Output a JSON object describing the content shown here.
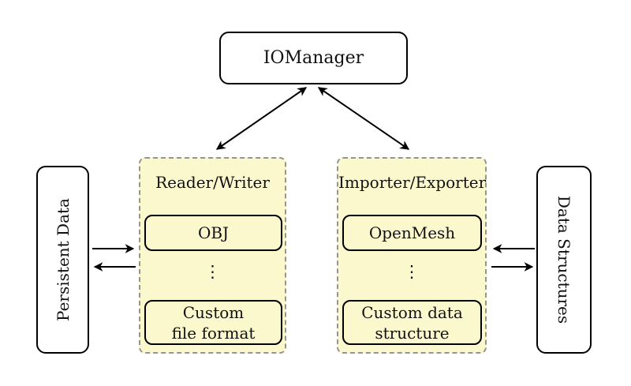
{
  "colors": {
    "background": "#ffffff",
    "panel_fill": "#fcf8ce",
    "panel_border": "#949494",
    "node_fill": "#ffffff",
    "node_border": "#000000",
    "arrow": "#000000",
    "text": "#111111"
  },
  "nodes": {
    "iomanager": {
      "label": "IOManager"
    },
    "persistent_data": {
      "label": "Persistent Data"
    },
    "data_structures": {
      "label": "Data Structures"
    }
  },
  "panels": {
    "reader_writer": {
      "title": "Reader/Writer",
      "ellipsis": "⋮",
      "items": [
        {
          "lines": [
            "OBJ"
          ]
        },
        {
          "lines": [
            "Custom",
            "file format"
          ]
        }
      ]
    },
    "importer_exporter": {
      "title": "Importer/Exporter",
      "ellipsis": "⋮",
      "items": [
        {
          "lines": [
            "OpenMesh"
          ]
        },
        {
          "lines": [
            "Custom data",
            "structure"
          ]
        }
      ]
    }
  }
}
